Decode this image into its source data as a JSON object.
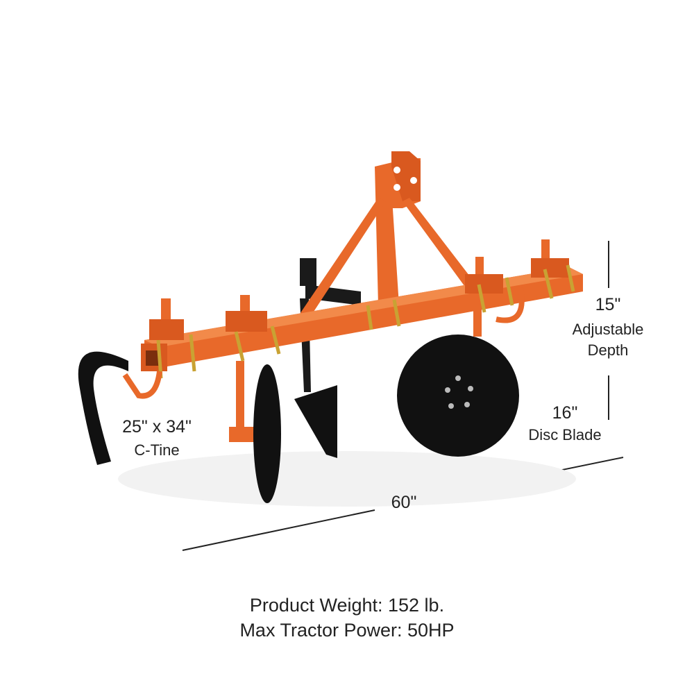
{
  "product": {
    "image_icon": "row-cultivator-implement-photo",
    "colors": {
      "frame": "#e8692a",
      "steel": "#141414",
      "brackets": "#c9a233"
    }
  },
  "dimensions": {
    "depth": {
      "value": "15\"",
      "label_line1": "Adjustable",
      "label_line2": "Depth"
    },
    "disc": {
      "value": "16\"",
      "label": "Disc Blade"
    },
    "tine": {
      "value": "25\" x 34\"",
      "label": "C-Tine"
    },
    "width": {
      "value": "60\""
    }
  },
  "specs": {
    "weight": "Product Weight: 152 lb.",
    "power": "Max Tractor Power: 50HP"
  }
}
